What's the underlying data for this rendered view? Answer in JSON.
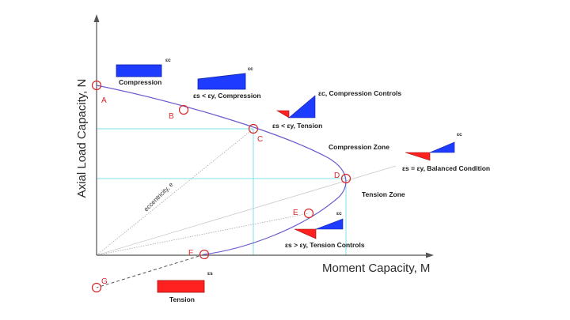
{
  "axes": {
    "y_title": "Axial Load Capacity, N",
    "x_title": "Moment Capacity, M"
  },
  "points": [
    "A",
    "B",
    "C",
    "D",
    "E",
    "F",
    "G"
  ],
  "eccentricity_label": "eccentricity, e",
  "zones": {
    "compression": "Compression Zone",
    "tension": "Tension Zone"
  },
  "strain_diagrams": {
    "pure_compression": {
      "label": "Compression",
      "eps": "εc"
    },
    "compression_small": {
      "label": "εs < εy, Compression",
      "eps": "εc"
    },
    "compression_controls": {
      "label_top": "εc, Compression Controls",
      "label_bottom": "εs < εy, Tension"
    },
    "balanced": {
      "label": "εs = εy, Balanced Condition",
      "eps": "εc"
    },
    "tension_controls": {
      "label": "εs > εy, Tension Controls",
      "eps": "εc"
    },
    "pure_tension": {
      "label": "Tension",
      "eps": "εs"
    }
  },
  "colors": {
    "curve": "#6a5acd",
    "compression_fill": "#1e3cff",
    "tension_fill": "#ff2020",
    "point_marker": "#d8262a",
    "guide_lines": "#7fe3ea",
    "axis": "#555555"
  }
}
